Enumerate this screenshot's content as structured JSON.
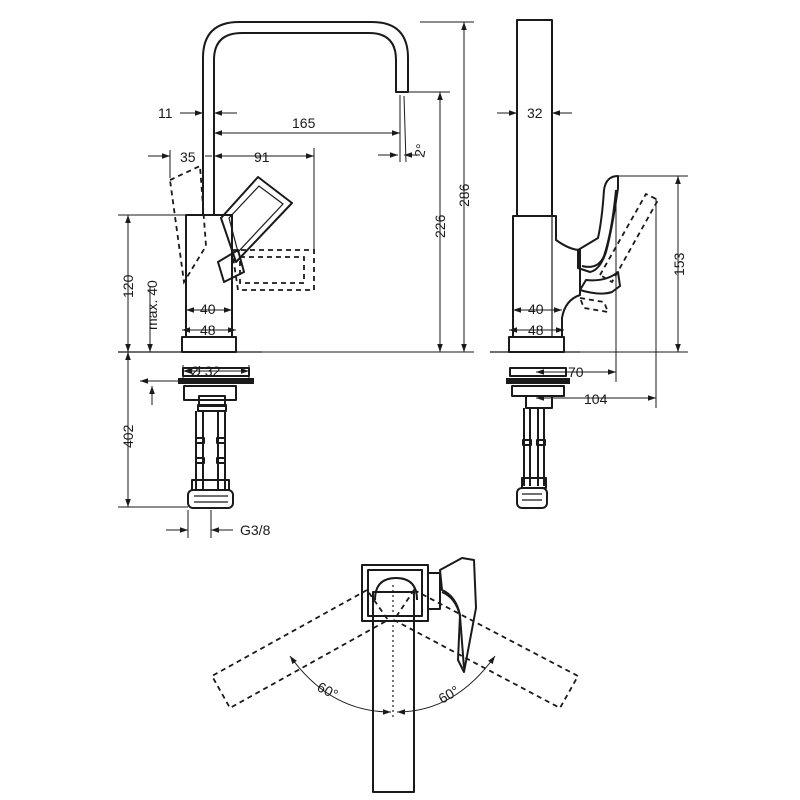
{
  "front_view": {
    "dim_11": "11",
    "dim_165": "165",
    "dim_2deg": "2°",
    "dim_35": "35",
    "dim_91": "91",
    "dim_120": "120",
    "dim_max40": "max. 40",
    "dim_40": "40",
    "dim_48": "48",
    "dim_226": "226",
    "dim_286": "286",
    "dim_d32": "Ø 32",
    "dim_402": "402",
    "dim_g38": "G3/8"
  },
  "side_view": {
    "dim_32": "32",
    "dim_153": "153",
    "dim_40": "40",
    "dim_48": "48",
    "dim_70": "70",
    "dim_104": "104"
  },
  "top_view": {
    "angle_left": "60°",
    "angle_right": "60°"
  }
}
